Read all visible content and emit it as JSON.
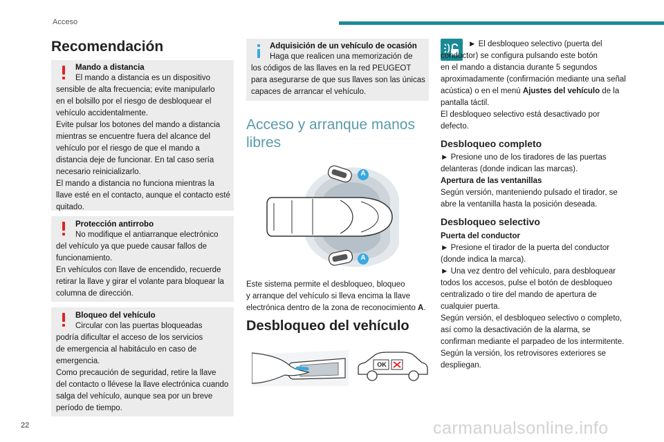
{
  "header": {
    "section": "Acceso",
    "accent": "#1a8a96"
  },
  "left": {
    "title": "Recomendación",
    "boxes": [
      {
        "title": "Mando a distancia",
        "text": "El mando a distancia es un dispositivo\nsensible de alta frecuencia; evite manipularlo\nen el bolsillo por el riesgo de desbloquear el\nvehículo accidentalmente.\nEvite pulsar los botones del mando a distancia\nmientras se encuentre fuera del alcance del\nvehículo por el riesgo de que el mando a\ndistancia deje de funcionar. En tal caso sería\nnecesario reinicializarlo.\nEl mando a distancia no funciona mientras la\nllave esté en el contacto, aunque el contacto esté\nquitado."
      },
      {
        "title": "Protección antirrobo",
        "text": "No modifique el antiarranque electrónico\ndel vehículo ya que puede causar fallos de\nfuncionamiento.\nEn vehículos con llave de encendido, recuerde\nretirar la llave y girar el volante para bloquear la\ncolumna de dirección."
      },
      {
        "title": "Bloqueo del vehículo",
        "text": "Circular con las puertas bloqueadas\npodría dificultar el acceso de los servicios\nde emergencia al habitáculo en caso de\nemergencia.\nComo precaución de seguridad, retire la llave\ndel contacto o llévese la llave electrónica cuando\nsalga del vehículo, aunque sea por un breve\nperíodo de tiempo."
      }
    ]
  },
  "middle": {
    "info_box": {
      "title": "Adquisición de un vehículo de ocasión",
      "text": "Haga que realicen una memorización de\nlos códigos de las llaves en la red PEUGEOT\npara asegurarse de que sus llaves son las únicas\ncapaces de arrancar el vehículo."
    },
    "section_title": "Acceso y arranque manos\nlibres",
    "diagram_labels": [
      "A",
      "A"
    ],
    "paragraph_pre": "Este sistema permite el desbloqueo, bloqueo\ny arranque del vehículo si lleva encima la llave\nelectrónica dentro de la zona de reconocimiento ",
    "paragraph_bold": "A",
    "paragraph_post": ".",
    "heading": "Desbloqueo del vehículo",
    "ok_label": "OK"
  },
  "right": {
    "intro_pre": "► El desbloqueo selectivo (puerta del\nconductor) se configura pulsando este botón\nen el mando a distancia durante 5 segundos\naproximadamente (confirmación mediante una señal\nacústica) o en el menú ",
    "intro_bold": "Ajustes del vehículo",
    "intro_post": " de la\npantalla táctil.\nEl desbloqueo selectivo está desactivado por\ndefecto.",
    "h1": "Desbloqueo completo",
    "p1": "► Presione uno de los tiradores de las puertas\ndelanteras (donde indican las marcas).",
    "p1_bold": "Apertura de las ventanillas",
    "p1b": "Según versión, manteniendo pulsado el tirador, se\nabre la ventanilla hasta la posición deseada.",
    "h2": "Desbloqueo selectivo",
    "p2_bold": "Puerta del conductor",
    "p2": "► Presione el tirador de la puerta del conductor\n(donde indica la marca).\n► Una vez dentro del vehículo, para desbloquear\ntodos los accesos, pulse el botón de desbloqueo\ncentralizado o tire del mando de apertura de\ncualquier puerta.\nSegún versión, el desbloqueo selectivo o completo,\nasí como la desactivación de la alarma, se\nconfirman mediante el parpadeo de los intermitente.\nSegún la versión, los retrovisores exteriores se\ndespliegan."
  },
  "footer": {
    "page": "22",
    "watermark": "carmanualsonline.info"
  },
  "colors": {
    "warning": "#e02222",
    "info": "#3aa9de",
    "box_bg": "#ececec",
    "section_title": "#5a9aaa",
    "icon_bg": "#1a8a96"
  }
}
